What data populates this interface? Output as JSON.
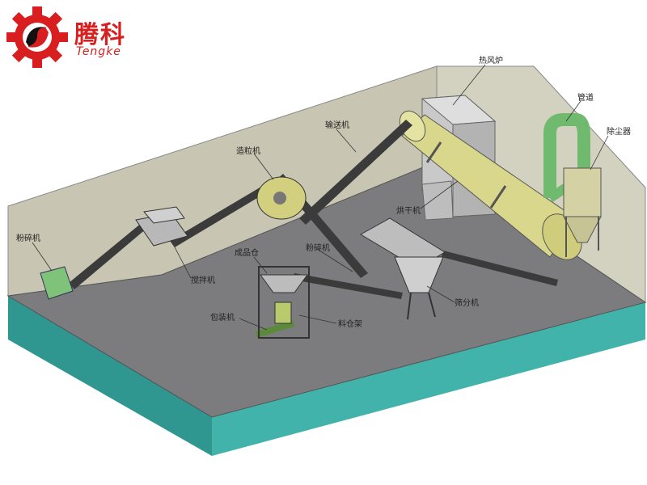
{
  "brand": {
    "name_cn": "腾科",
    "name_en": "Tengke",
    "logo_icon": "gear-swirl-icon",
    "color": "#d81e1e"
  },
  "labels": {
    "hot_air_furnace": "热风炉",
    "pipeline": "管道",
    "dust_collector": "除尘器",
    "conveyor": "输送机",
    "granulator": "造粒机",
    "dryer": "烘干机",
    "crusher_left": "粉碎机",
    "mixer": "搅拌机",
    "finished_bin": "成品仓",
    "crusher_mid": "粉碎机",
    "packing_machine": "包装机",
    "hopper_frame": "料仓架",
    "screener": "筛分机"
  },
  "colors": {
    "wall": "#c9c7b4",
    "floor": "#7e7e80",
    "base_side": "#3ca8a0",
    "dryer": "#d9d88b",
    "pipe": "#7fc47f",
    "frame": "#5a5a5a"
  }
}
